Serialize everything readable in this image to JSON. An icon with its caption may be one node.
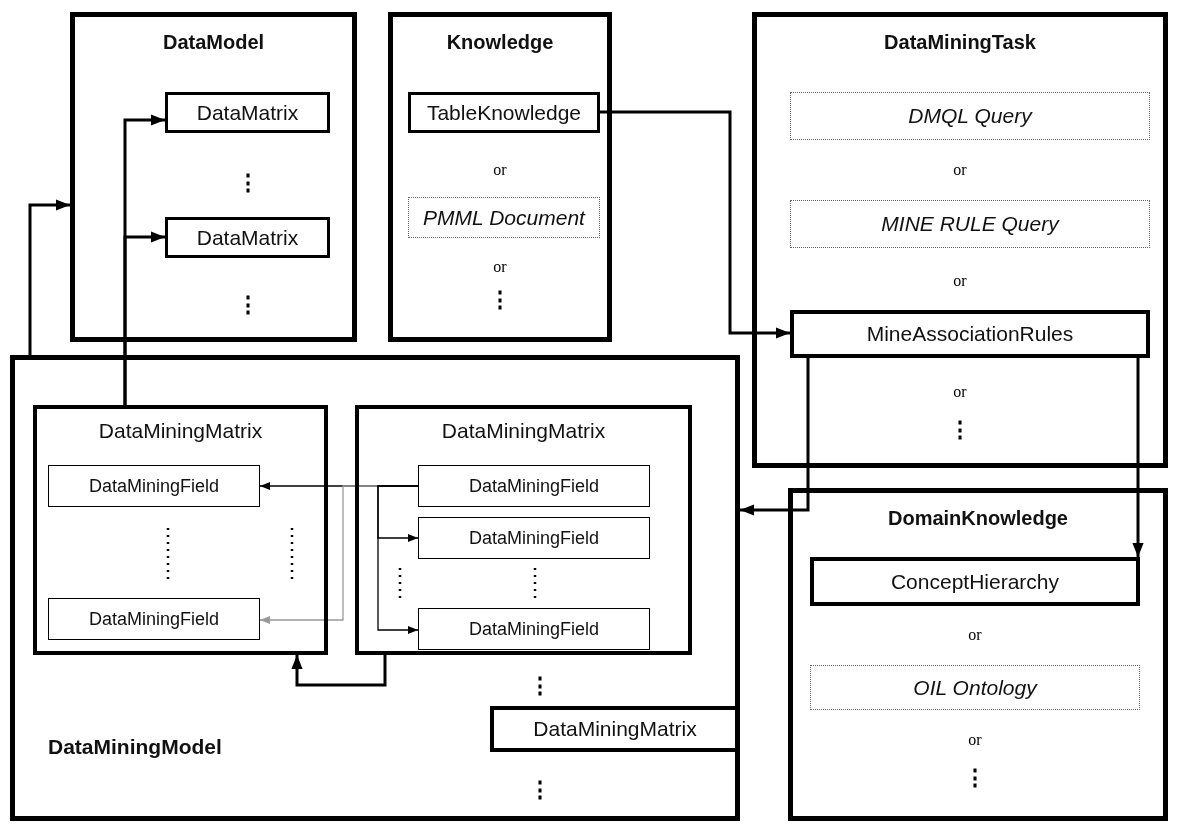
{
  "diagram": {
    "nodes": [
      {
        "text": [
          "DataModel"
        ]
      },
      {
        "text": [
          "DataMatrix"
        ],
        "in": 0
      },
      {
        "text": [
          "DataMatrix"
        ],
        "in": 0
      },
      {
        "text": [
          "Knowledge"
        ]
      },
      {
        "text": [
          "TableKnowledge"
        ],
        "in": 3
      },
      {
        "text": [
          "PMML Document"
        ],
        "in": 3
      },
      {
        "text": [
          "DataMiningTask"
        ]
      },
      {
        "text": [
          "DMQL Query"
        ],
        "in": 6
      },
      {
        "text": [
          "MINE RULE Query"
        ],
        "in": 6
      },
      {
        "text": [
          "MineAssociationRules"
        ],
        "in": 6
      },
      {
        "text": [
          "DataMiningModel"
        ]
      },
      {
        "text": [
          "DataMiningMatrix"
        ],
        "in": 10
      },
      {
        "text": [
          "DataMiningField"
        ],
        "in": 11
      },
      {
        "text": [
          "DataMiningField"
        ],
        "in": 11
      },
      {
        "text": [
          "DataMiningMatrix"
        ],
        "in": 10
      },
      {
        "text": [
          "DataMiningField"
        ],
        "in": 14
      },
      {
        "text": [
          "DataMiningField"
        ],
        "in": 14
      },
      {
        "text": [
          "DataMiningField"
        ],
        "in": 14
      },
      {
        "text": [
          "DataMiningMatrix"
        ],
        "in": 10
      },
      {
        "text": [
          "DomainKnowledge"
        ]
      },
      {
        "text": [
          "ConceptHierarchy"
        ],
        "in": 19
      },
      {
        "text": [
          "OIL Ontology"
        ],
        "in": 19
      }
    ],
    "edges": [
      {
        "from": 10,
        "to": 0,
        "arrow": "to"
      },
      {
        "from": 11,
        "to": 1,
        "arrow": "to"
      },
      {
        "from": 11,
        "to": 2,
        "arrow": "to"
      },
      {
        "from": 4,
        "to": 9,
        "arrow": "to"
      },
      {
        "from": 9,
        "to": 10,
        "arrow": "to"
      },
      {
        "from": 9,
        "to": 20,
        "arrow": "to"
      },
      {
        "from": 15,
        "to": 12,
        "arrow": "to"
      },
      {
        "from": 15,
        "to": 13,
        "arrow": "to",
        "color": "#999999"
      },
      {
        "from": 15,
        "to": 16,
        "arrow": "to"
      },
      {
        "from": 15,
        "to": 17,
        "arrow": "to"
      },
      {
        "from": 14,
        "to": 11,
        "arrow": "to"
      }
    ],
    "labels": [
      "⋮",
      "⋮",
      "or",
      "or",
      "⋮",
      "or",
      "or",
      "or",
      "⋮",
      "⋮",
      "⋮",
      "or",
      "or",
      "⋮"
    ]
  }
}
